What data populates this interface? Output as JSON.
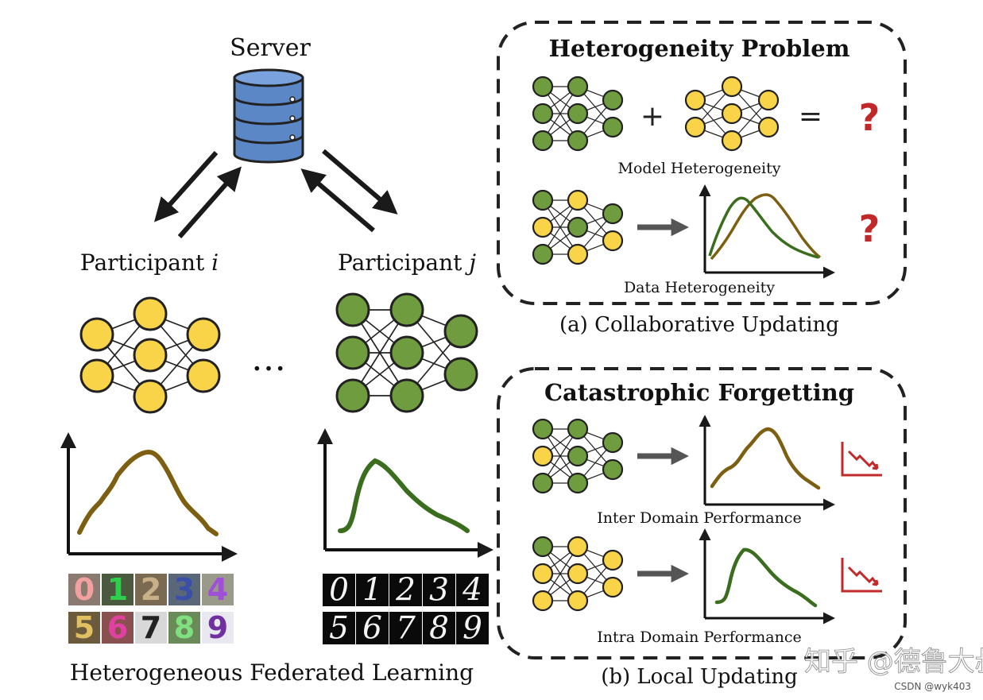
{
  "labels": {
    "server": "Server",
    "participant_i_prefix": "Participant ",
    "participant_i_var": "i",
    "participant_j_prefix": "Participant ",
    "participant_j_var": "j",
    "ellipsis": "…",
    "hfl_caption": "Heterogeneous Federated Learning",
    "heterogeneity_title": "Heterogeneity Problem",
    "plus": "+",
    "equals": "=",
    "question": "?",
    "model_heterogeneity": "Model Heterogeneity",
    "data_heterogeneity": "Data Heterogeneity",
    "collab_caption": "(a) Collaborative Updating",
    "forgetting_title": "Catastrophic Forgetting",
    "inter_domain": "Inter Domain Performance",
    "intra_domain": "Intra Domain Performance",
    "local_caption": "(b) Local Updating",
    "watermark_main": "知乎 @德鲁大叔",
    "watermark_small": "CSDN @wyk403"
  },
  "digits": {
    "svhn_row1": [
      "0",
      "1",
      "2",
      "3",
      "4"
    ],
    "svhn_row2": [
      "5",
      "6",
      "7",
      "8",
      "9"
    ],
    "mnist_row1": [
      "0",
      "1",
      "2",
      "3",
      "4"
    ],
    "mnist_row2": [
      "5",
      "6",
      "7",
      "8",
      "9"
    ]
  },
  "colors": {
    "yellow_node": "#f9d449",
    "green_node": "#6e9c3e",
    "olive_curve": "#7d5f12",
    "green_curve": "#3a6e1e",
    "question_red": "#c0282a",
    "decline_red": "#c02a2a",
    "server_blue": "#5b87c6",
    "outline": "#222222"
  }
}
